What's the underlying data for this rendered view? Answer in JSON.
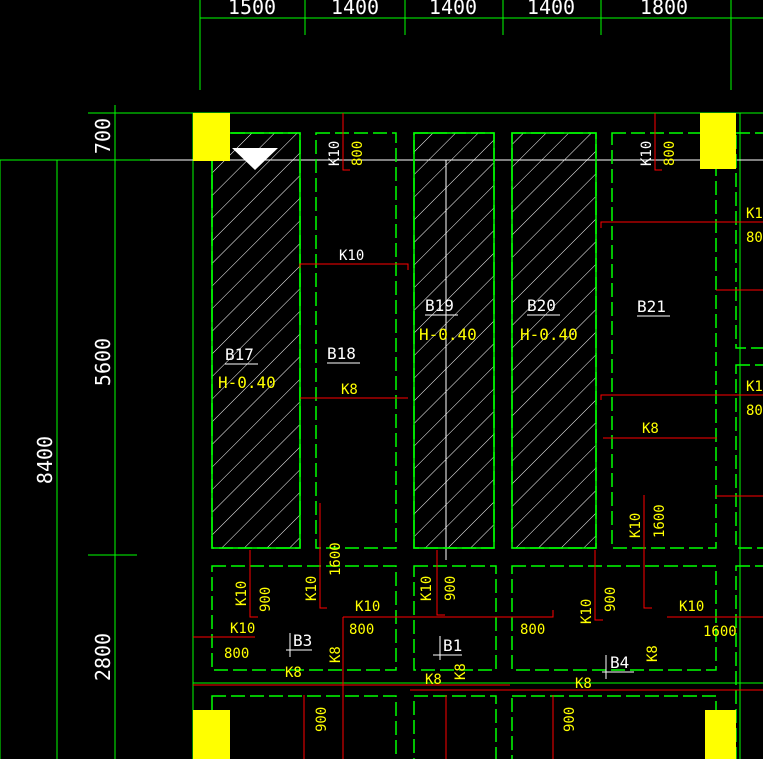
{
  "colors": {
    "background": "#000000",
    "dimension_lines": "#00ff00",
    "beam_lines": "#00ff00",
    "rebar": "#ff0000",
    "column": "#ffff00",
    "slab_label": "#ffffff",
    "rebar_label": "#ffffff",
    "value_label": "#ffff00"
  },
  "top_dimensions": [
    "1500",
    "1400",
    "1400",
    "1400",
    "1800"
  ],
  "left_dimensions": {
    "top": "700",
    "middle": "5600",
    "bottom": "2800",
    "total": "8400"
  },
  "slabs": [
    {
      "id": "B17",
      "elevation": "H-0.40",
      "hatched": true
    },
    {
      "id": "B18",
      "elevation": "",
      "hatched": false
    },
    {
      "id": "B19",
      "elevation": "H-0.40",
      "hatched": true
    },
    {
      "id": "B20",
      "elevation": "H-0.40",
      "hatched": true
    },
    {
      "id": "B21",
      "elevation": "",
      "hatched": false
    },
    {
      "id": "B3",
      "elevation": "",
      "hatched": false
    },
    {
      "id": "B1",
      "elevation": "",
      "hatched": false
    },
    {
      "id": "B4",
      "elevation": "",
      "hatched": false
    }
  ],
  "rebar_labels": {
    "top_b18": "K10",
    "top_b18_len": "800",
    "top_b21": "K10",
    "top_b21_len": "800",
    "right_edge_1": "K1",
    "right_edge_1_len": "80",
    "right_edge_2": "K1",
    "right_edge_2_len": "80",
    "b18_top": "K10",
    "b18_bottom": "K8",
    "b21_bottom": "K8",
    "b21_vert": "K10",
    "b21_vert_len": "1600",
    "low_1": "K10",
    "low_1_len": "900",
    "low_2": "K10",
    "low_2_len": "1600",
    "low_3": "K10",
    "low_3_len": "900",
    "low_4": "K10",
    "low_4_len": "800",
    "low_5": "K10",
    "low_5_len": "800",
    "low_6": "K10",
    "low_6_len": "900",
    "low_7": "K10",
    "low_7_len": "1600",
    "low_mid": "800",
    "b3_k8": "K8",
    "b3_k8_v": "K8",
    "b1_k8": "K8",
    "b1_k8_v": "K8",
    "b4_k8": "K8",
    "b4_k8_v": "K8",
    "bottom_900_a": "900",
    "bottom_900_b": "900"
  }
}
